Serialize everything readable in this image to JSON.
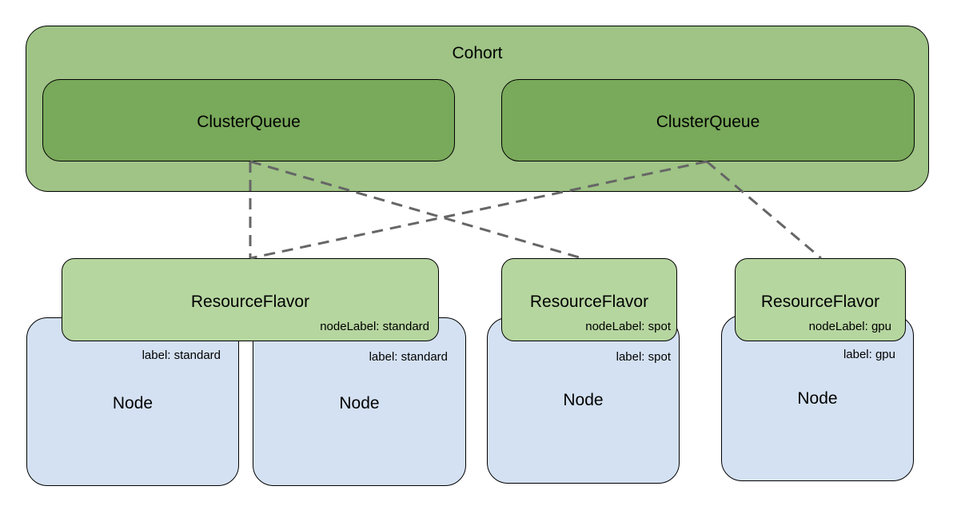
{
  "cohort": {
    "label": "Cohort"
  },
  "cluster_queues": [
    {
      "label": "ClusterQueue"
    },
    {
      "label": "ClusterQueue"
    }
  ],
  "nodes": [
    {
      "label": "Node",
      "node_label": "label: standard"
    },
    {
      "label": "Node",
      "node_label": "label: standard"
    },
    {
      "label": "Node",
      "node_label": "label: spot"
    },
    {
      "label": "Node",
      "node_label": "label: gpu"
    }
  ],
  "resource_flavors": [
    {
      "label": "ResourceFlavor",
      "node_label": "nodeLabel: standard"
    },
    {
      "label": "ResourceFlavor",
      "node_label": "nodeLabel: spot"
    },
    {
      "label": "ResourceFlavor",
      "node_label": "nodeLabel: gpu"
    }
  ],
  "colors": {
    "cohort": "#9fc486",
    "cluster_queue": "#79a95a",
    "resource_flavor": "#b6d6a0",
    "node": "#d4e1f2",
    "link": "#666666"
  }
}
